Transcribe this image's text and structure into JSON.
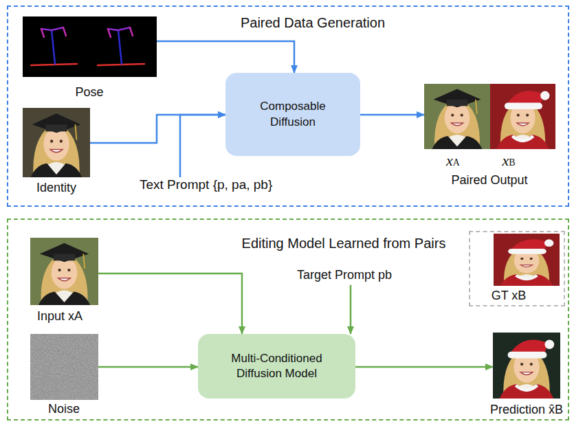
{
  "diagram": {
    "nodes": [
      {
        "text": [
          "Paired Data Generation"
        ]
      },
      {
        "text": [
          "Pose"
        ],
        "in": 0
      },
      {
        "text": [
          "Identity"
        ],
        "in": 0
      },
      {
        "text": [
          "Text Prompt {p, pa, pb}"
        ],
        "in": 0
      },
      {
        "text": [
          "Composable Diffusion"
        ],
        "in": 0
      },
      {
        "text": [
          "xA",
          "xB",
          "Paired Output"
        ],
        "in": 0
      },
      {
        "text": [
          "Editing Model Learned from Pairs"
        ]
      },
      {
        "text": [
          "Input xA"
        ],
        "in": 6
      },
      {
        "text": [
          "Noise"
        ],
        "in": 6
      },
      {
        "text": [
          "Target Prompt pb"
        ],
        "in": 6
      },
      {
        "text": [
          "Multi-Conditioned Diffusion Model"
        ],
        "in": 6
      },
      {
        "text": [
          "GT xB"
        ],
        "in": 6
      },
      {
        "text": [
          "Prediction x̂B"
        ],
        "in": 6
      }
    ],
    "edges": [
      {
        "from": 1,
        "to": 4,
        "arrow": "to"
      },
      {
        "from": 2,
        "to": 4,
        "arrow": "to"
      },
      {
        "from": 3,
        "to": 4,
        "arrow": "to"
      },
      {
        "from": 4,
        "to": 5,
        "arrow": "to"
      },
      {
        "from": 7,
        "to": 10,
        "arrow": "to"
      },
      {
        "from": 8,
        "to": 10,
        "arrow": "to"
      },
      {
        "from": 9,
        "to": 10,
        "arrow": "to"
      },
      {
        "from": 10,
        "to": 12,
        "arrow": "to"
      }
    ]
  }
}
